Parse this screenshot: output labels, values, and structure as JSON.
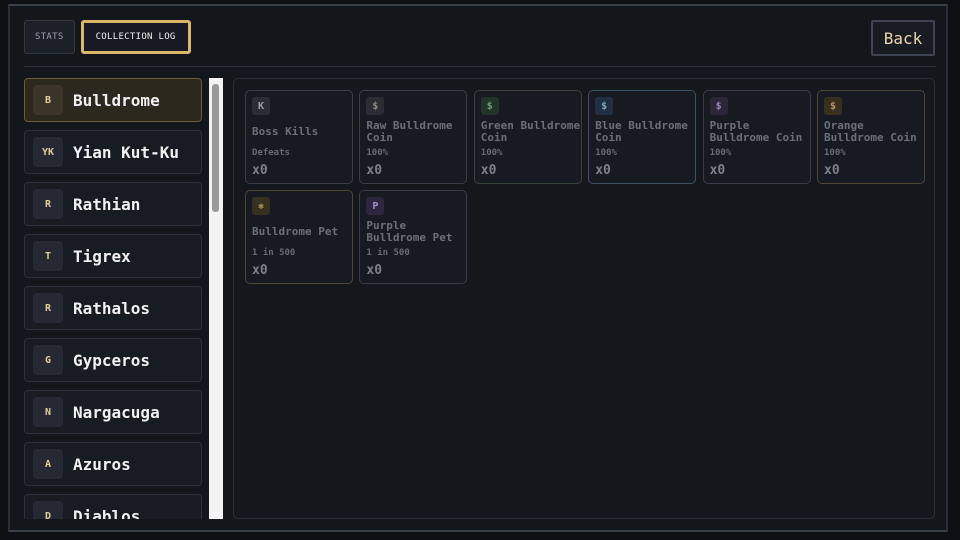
{
  "tabs": [
    {
      "label": "STATS",
      "active": false
    },
    {
      "label": "COLLECTION LOG",
      "active": true
    }
  ],
  "back_label": "Back",
  "monsters": [
    {
      "badge": "B",
      "name": "Bulldrome",
      "selected": true
    },
    {
      "badge": "YK",
      "name": "Yian Kut-Ku"
    },
    {
      "badge": "R",
      "name": "Rathian"
    },
    {
      "badge": "T",
      "name": "Tigrex"
    },
    {
      "badge": "R",
      "name": "Rathalos"
    },
    {
      "badge": "G",
      "name": "Gypceros"
    },
    {
      "badge": "N",
      "name": "Nargacuga"
    },
    {
      "badge": "A",
      "name": "Azuros"
    },
    {
      "badge": "D",
      "name": "Diablos"
    }
  ],
  "items": [
    {
      "icon": "K",
      "icon_name": "boss-kills-icon",
      "title": "Boss Kills",
      "sub": "Defeats",
      "count": "x0",
      "border": "#3a3d44",
      "icon_bg": "#2b2d33",
      "icon_fg": "#9a9ea6"
    },
    {
      "icon": "$",
      "icon_name": "coin-icon",
      "title": "Raw Bulldrome Coin",
      "sub": "100%",
      "count": "x0",
      "border": "#3a3d44",
      "icon_bg": "#2b2d33",
      "icon_fg": "#8f8a7d"
    },
    {
      "icon": "$",
      "icon_name": "coin-icon",
      "title": "Green Bulldrome Coin",
      "sub": "100%",
      "count": "x0",
      "border": "#36433a",
      "icon_bg": "#22332a",
      "icon_fg": "#6f9a7c"
    },
    {
      "icon": "$",
      "icon_name": "coin-icon",
      "title": "Blue Bulldrome Coin",
      "sub": "100%",
      "count": "x0",
      "border": "#3b5060",
      "icon_bg": "#213040",
      "icon_fg": "#7fa3bf"
    },
    {
      "icon": "$",
      "icon_name": "coin-icon",
      "title": "Purple Bulldrome Coin",
      "sub": "100%",
      "count": "x0",
      "border": "#3e3a4c",
      "icon_bg": "#2c2638",
      "icon_fg": "#9886ba"
    },
    {
      "icon": "$",
      "icon_name": "coin-icon",
      "title": "Orange Bulldrome Coin",
      "sub": "100%",
      "count": "x0",
      "border": "#4d4433",
      "icon_bg": "#38301f",
      "icon_fg": "#b59563"
    },
    {
      "icon": "✱",
      "icon_name": "pet-icon",
      "title": "Bulldrome Pet",
      "sub": "1 in 500",
      "count": "x0",
      "border": "#4f4532",
      "icon_bg": "#35301f",
      "icon_fg": "#a58a58"
    },
    {
      "icon": "P",
      "icon_name": "purple-pet-icon",
      "title": "Purple Bulldrome Pet",
      "sub": "1 in 500",
      "count": "x0",
      "border": "#3e3a4c",
      "icon_bg": "#2e2640",
      "icon_fg": "#a58ed0"
    }
  ]
}
